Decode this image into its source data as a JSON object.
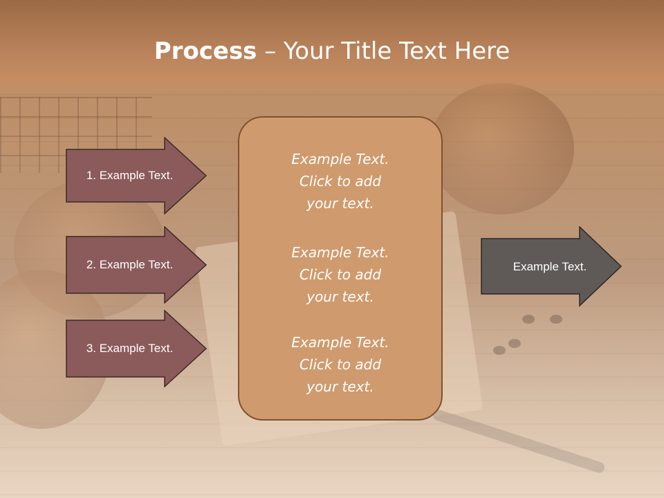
{
  "slide": {
    "title_bold": "Process",
    "title_rest": " – Your Title Text Here"
  },
  "left_arrows": [
    {
      "label": "1. Example Text."
    },
    {
      "label": "2. Example Text."
    },
    {
      "label": "3. Example Text."
    }
  ],
  "center_box": {
    "items": [
      {
        "text": "Example Text.\nClick  to add\nyour text."
      },
      {
        "text": "Example Text.\nClick  to add\nyour text."
      },
      {
        "text": "Example Text.\nClick  to add\nyour text."
      }
    ]
  },
  "right_arrow": {
    "label": "Example Text."
  },
  "colors": {
    "left_arrow_fill": "#8b5a5a",
    "right_arrow_fill": "#5f5a57",
    "center_box_fill": "#cf9a6d",
    "title_bar": "#b9825a"
  }
}
